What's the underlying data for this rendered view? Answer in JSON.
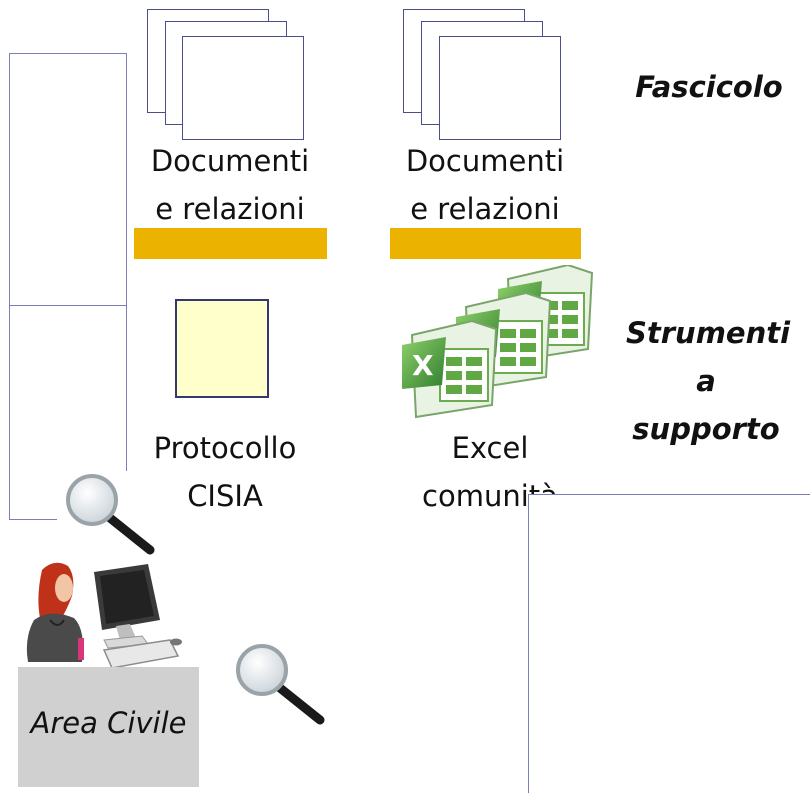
{
  "labels": {
    "fascicolo": "Fascicolo",
    "strumenti_line1": "Strumenti",
    "strumenti_line2": "a",
    "strumenti_line3": "supporto"
  },
  "documents": [
    {
      "line1": "Documenti",
      "line2": "e relazioni"
    },
    {
      "line1": "Documenti",
      "line2": "e relazioni"
    }
  ],
  "tools": {
    "protocollo": {
      "line1": "Protocollo",
      "line2": "CISIA"
    },
    "excel": {
      "line1": "Excel",
      "line2": "comunità"
    }
  },
  "area": {
    "label": "Area Civile"
  },
  "icons": [
    "document-stack-icon",
    "excel-icon",
    "magnifier-icon",
    "person-at-computer-icon"
  ],
  "colors": {
    "bar": "#ebb300",
    "protocol_fill": "#ffffcc",
    "area_fill": "#d0d0d0",
    "excel_green": "#3f9a3a"
  }
}
